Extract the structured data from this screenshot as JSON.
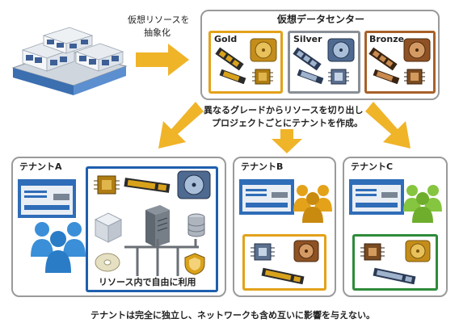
{
  "top": {
    "abstract_label_1": "仮想リソースを",
    "abstract_label_2": "抽象化",
    "datacenter_title": "仮想データセンター",
    "grades": [
      {
        "name": "Gold",
        "color": "#e3a21a"
      },
      {
        "name": "Silver",
        "color": "#8a8f96"
      },
      {
        "name": "Bronze",
        "color": "#a8612a"
      }
    ]
  },
  "middle": {
    "caption_1": "異なるグレードからリソースを切り出し",
    "caption_2": "プロジェクトごとにテナントを作成。"
  },
  "tenants": [
    {
      "name": "テナントA",
      "user_color": "#3a8fd8",
      "box_color": "#1f5fae",
      "box_caption": "リソース内で自由に利用"
    },
    {
      "name": "テナントB",
      "user_color": "#e3a21a",
      "box_color": "#e3a21a"
    },
    {
      "name": "テナントC",
      "user_color": "#86c540",
      "box_color": "#2e8b3a"
    }
  ],
  "chips": {
    "cpu": "CPU",
    "ram": "RAM",
    "hdd": "HDD",
    "vm": "VM"
  },
  "footer": "テナントは完全に独立し、ネットワークも含め互いに影響を与えない。",
  "colors": {
    "arrow": "#f0b429",
    "panel_border": "#9a9a9a",
    "gold": "#e3a21a",
    "silver": "#8a8f96",
    "bronze": "#a8612a"
  }
}
